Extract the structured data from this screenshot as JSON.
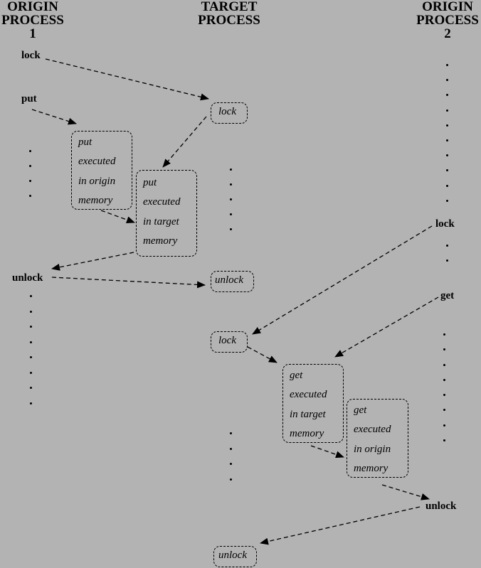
{
  "headers": {
    "origin1": [
      "ORIGIN",
      "PROCESS",
      "1"
    ],
    "target": [
      "TARGET",
      "PROCESS"
    ],
    "origin2": [
      "ORIGIN",
      "PROCESS",
      "2"
    ]
  },
  "origin1": {
    "lock": "lock",
    "put": "put",
    "unlock": "unlock"
  },
  "origin2": {
    "lock": "lock",
    "get": "get",
    "unlock": "unlock"
  },
  "target": {
    "lock1": "lock",
    "unlock1": "unlock",
    "lock2": "lock",
    "unlock2": "unlock"
  },
  "boxes": {
    "put_origin": [
      "put",
      "executed",
      "in origin",
      "memory"
    ],
    "put_target": [
      "put",
      "executed",
      "in target",
      "memory"
    ],
    "get_target": [
      "get",
      "executed",
      "in target",
      "memory"
    ],
    "get_origin": [
      "get",
      "executed",
      "in origin",
      "memory"
    ]
  }
}
